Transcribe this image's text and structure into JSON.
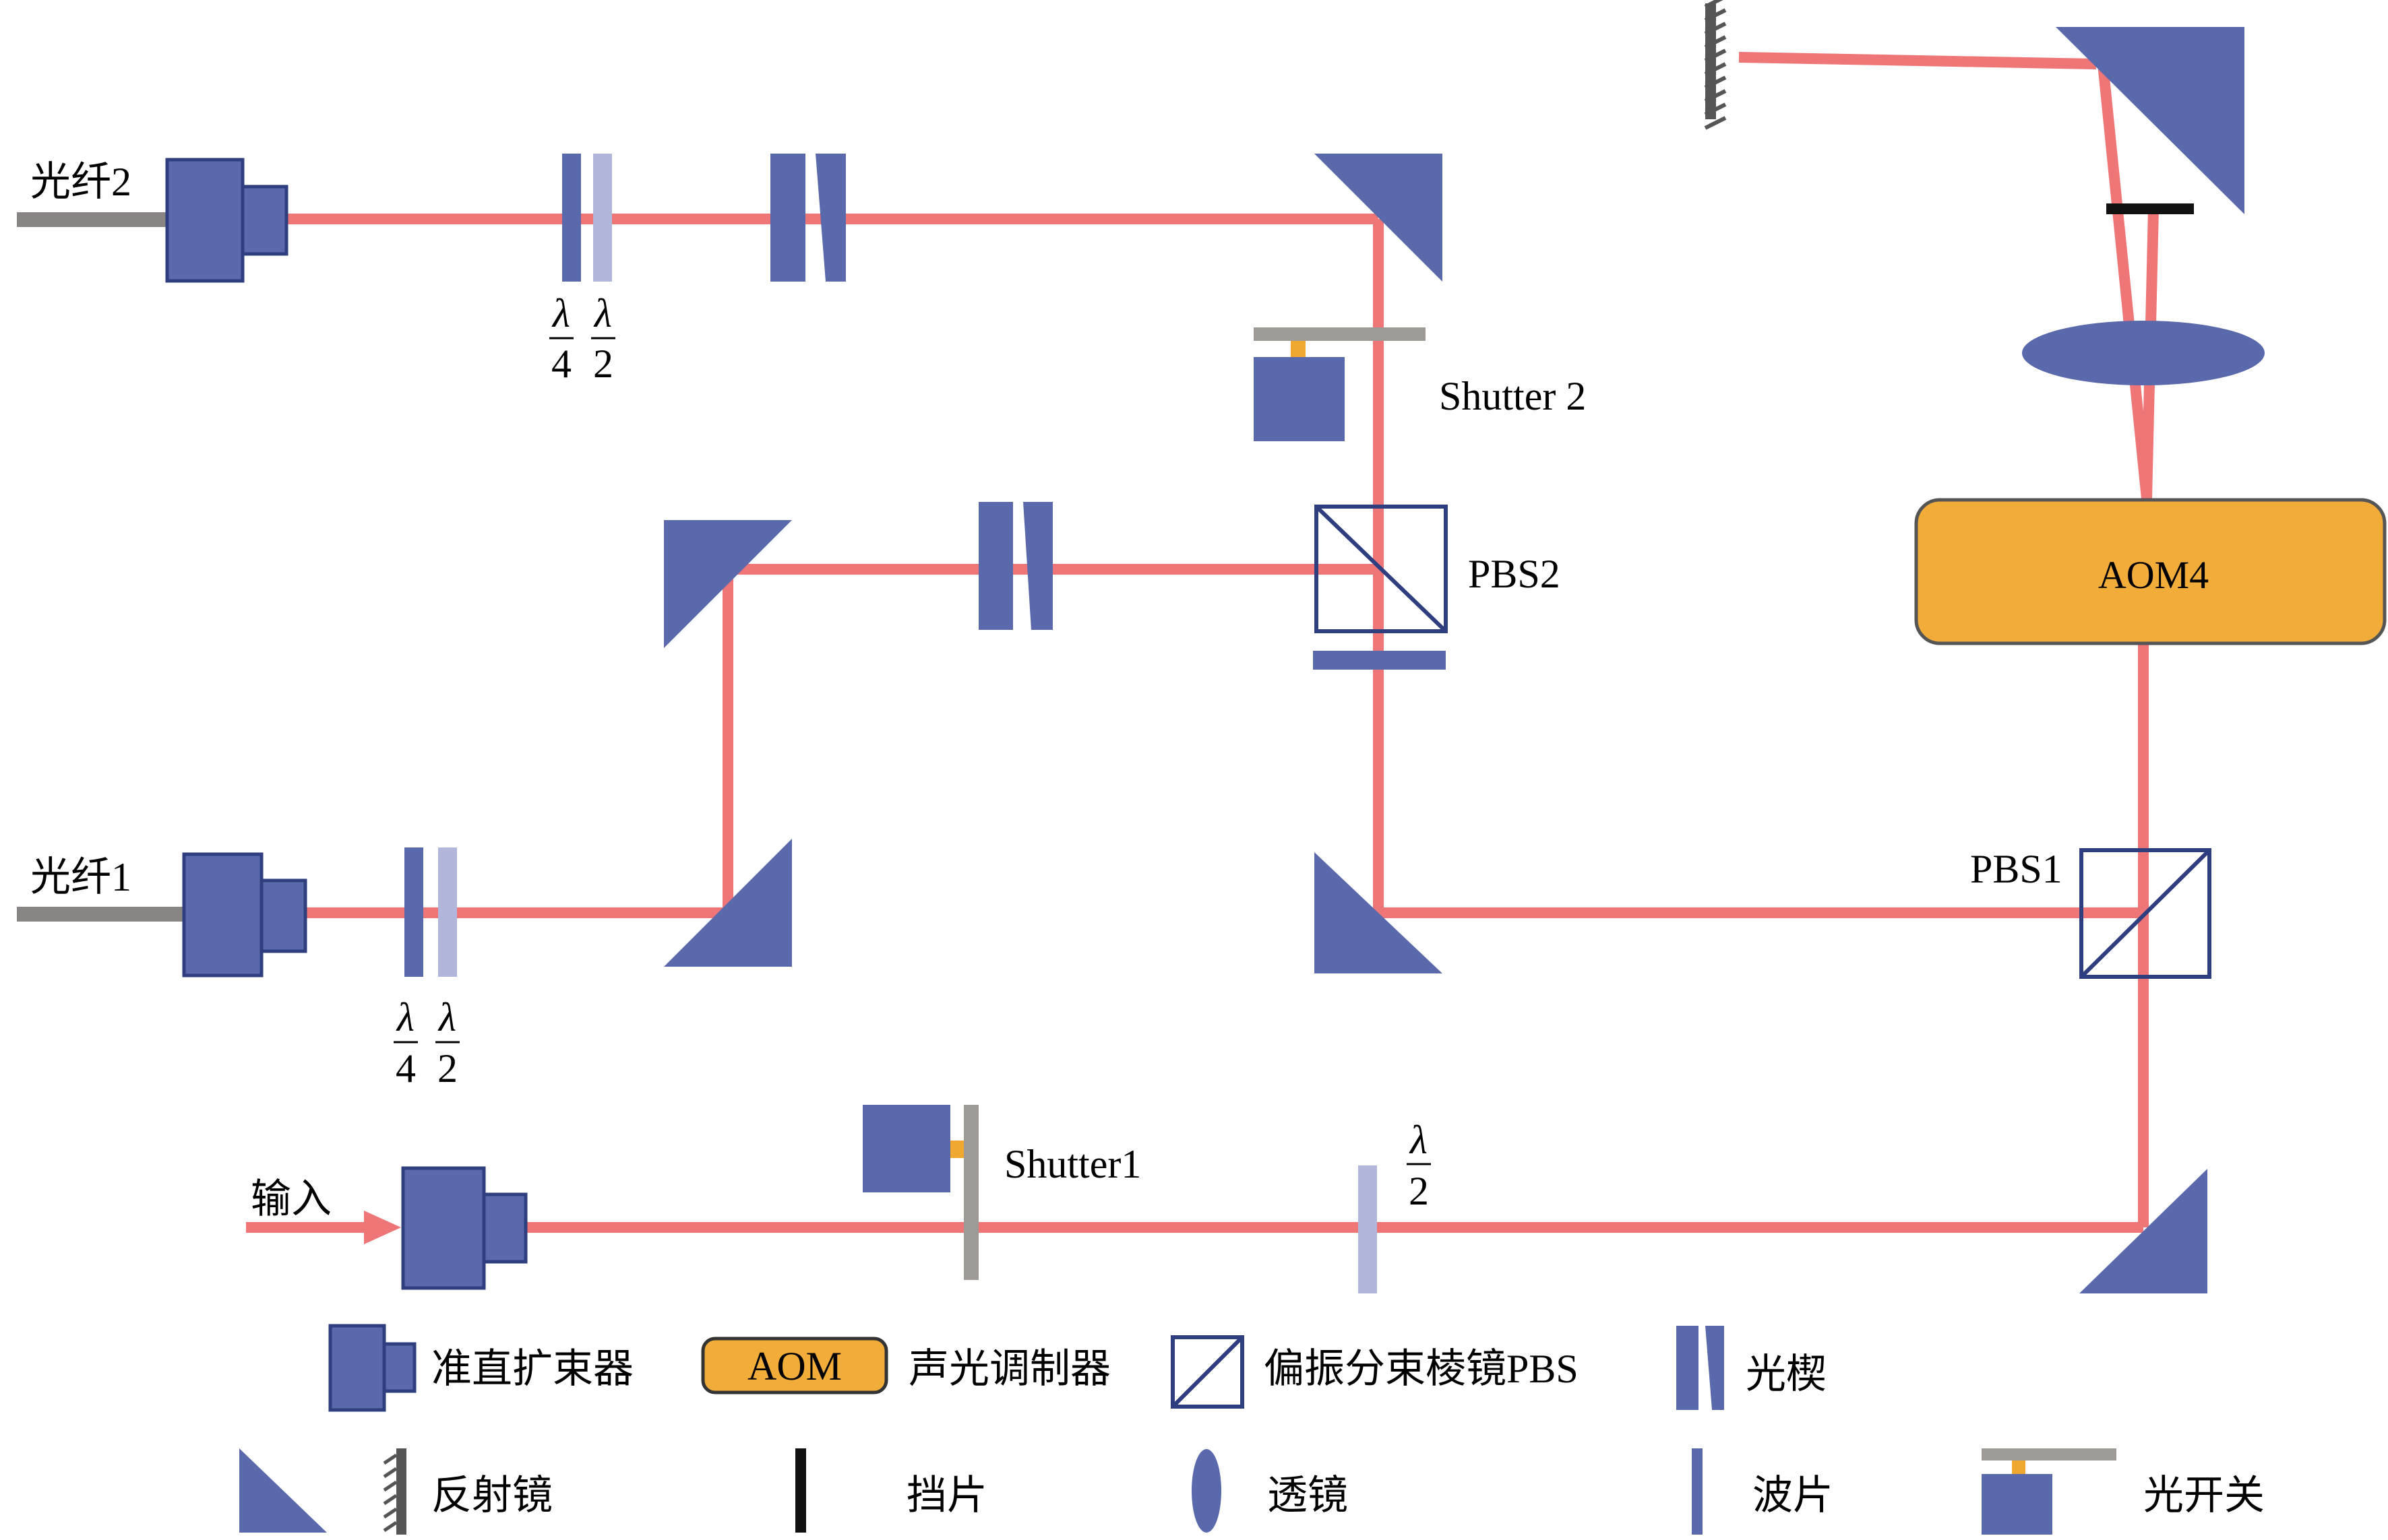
{
  "colors": {
    "beam": "#EF7677",
    "component_blue": "#5A69AC",
    "component_outline": "#2E3E7E",
    "waveplate_light": "#B1B7DA",
    "aom_orange": "#F2AC3A",
    "fiber_gray": "#8A8585",
    "shutter_gray": "#9E9A96",
    "shutter_stub": "#F0A830",
    "blocker": "#111111"
  },
  "labels": {
    "fiber2": "光纤2",
    "fiber1": "光纤1",
    "input": "输入",
    "shutter2": "Shutter 2",
    "shutter1": "Shutter1",
    "pbs2": "PBS2",
    "pbs1": "PBS1",
    "aom4": "AOM4",
    "lambda": "λ",
    "quarter_den": "4",
    "half_den": "2"
  },
  "legend": {
    "collimator": "准直扩束器",
    "aom_box": "AOM",
    "aom": "声光调制器",
    "pbs": "偏振分束棱镜PBS",
    "wedge": "光楔",
    "mirror": "反射镜",
    "beam_block": "挡片",
    "lens": "透镜",
    "waveplate": "波片",
    "optical_switch": "光开关"
  }
}
